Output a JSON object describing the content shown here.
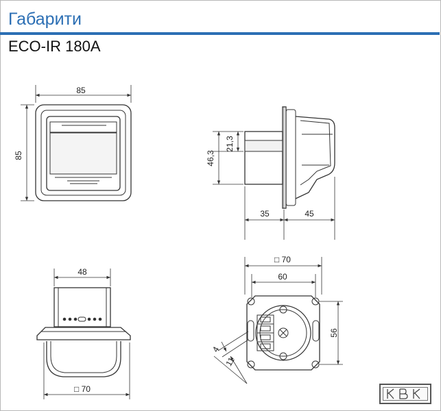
{
  "header": {
    "title": "Габарити",
    "subtitle": "ECO-IR 180A"
  },
  "colors": {
    "accent": "#2c6fb4",
    "line": "#333333"
  },
  "front_view": {
    "width_label": "85",
    "height_label": "85"
  },
  "side_view": {
    "dim_a": "21,3",
    "dim_b": "46,3",
    "depth_front": "35",
    "depth_back": "45"
  },
  "bottom_view": {
    "width_label": "48",
    "frame_label": "□ 70"
  },
  "mount_view": {
    "frame_label": "□ 70",
    "hole_spacing": "60",
    "height_label": "56",
    "slot_width": "4",
    "slot_length": "11"
  },
  "logo": {
    "text": "KBK"
  }
}
